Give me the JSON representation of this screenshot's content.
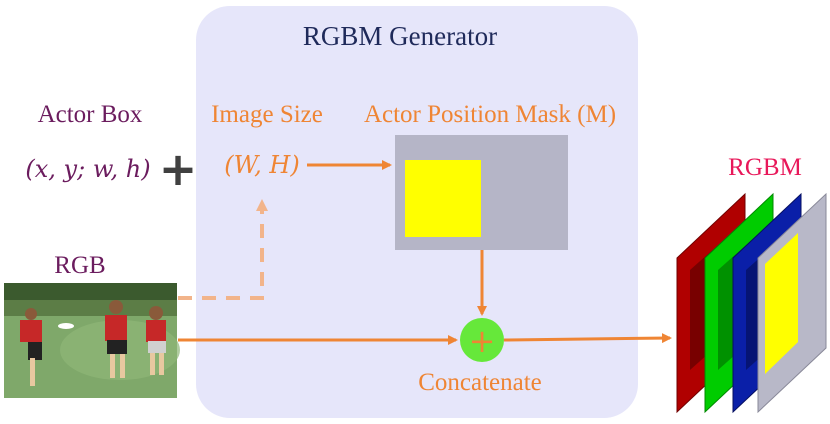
{
  "generator": {
    "title": "RGBM Generator"
  },
  "actor_box": {
    "label": "Actor Box",
    "formula": "(x, y; w, h)"
  },
  "plus_symbol": "+",
  "image_size": {
    "label": "Image Size",
    "formula": "(W, H)"
  },
  "mask": {
    "label": "Actor Position Mask (M)"
  },
  "rgb": {
    "label": "RGB"
  },
  "concat": {
    "label": "Concatenate",
    "symbol": "+"
  },
  "rgbm": {
    "label": "RGBM"
  },
  "colors": {
    "panel": "#e6e6fa",
    "orange": "#ef8534",
    "orange_light": "#f2b48a",
    "purple": "#6b1c5e",
    "title_blue": "#1f2a5a",
    "rgbm_pink": "#e8185a",
    "mask_gray": "#b5b5c7",
    "mask_yellow": "#ffff00",
    "concat_green": "#66e83a"
  }
}
